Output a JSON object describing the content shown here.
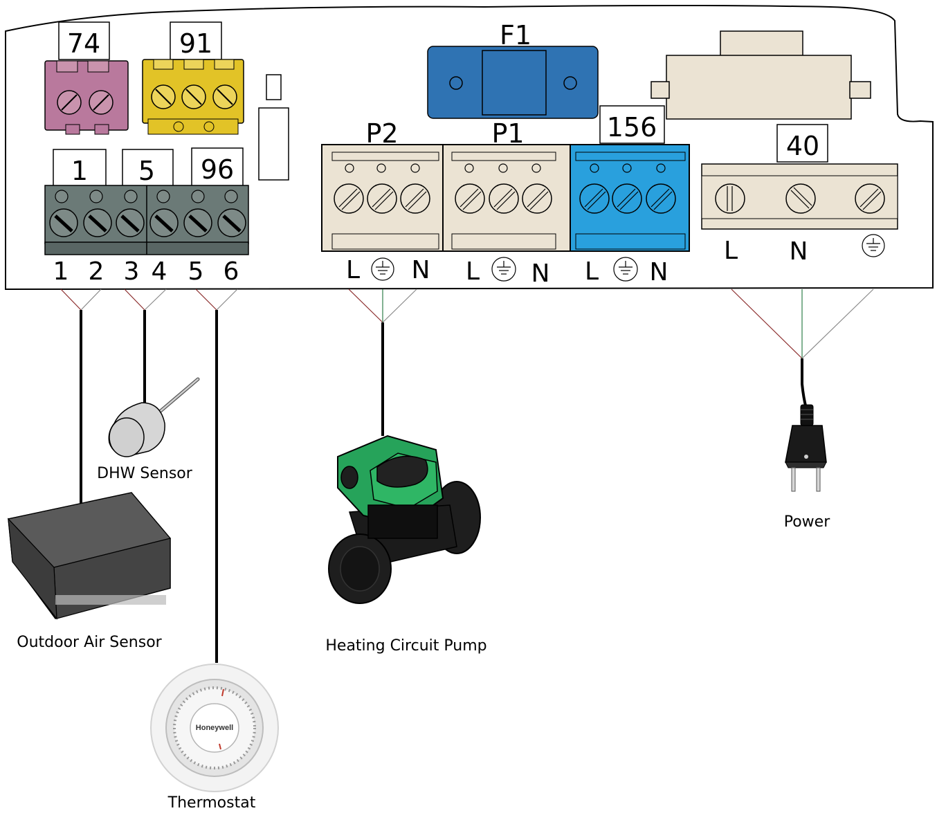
{
  "connectors": {
    "c74": "74",
    "c91": "91",
    "c1": "1",
    "c5": "5",
    "c96": "96",
    "f1": "F1",
    "p2": "P2",
    "p1": "P1",
    "c156": "156",
    "c40": "40"
  },
  "terminals": [
    "1",
    "2",
    "3",
    "4",
    "5",
    "6"
  ],
  "pump_terminals": {
    "p2": [
      "L",
      "N"
    ],
    "p1": [
      "L",
      "N"
    ],
    "c156": [
      "L",
      "N"
    ]
  },
  "power_terminals": [
    "L",
    "N"
  ],
  "devices": {
    "outdoor_air_sensor": "Outdoor Air Sensor",
    "dhw_sensor": "DHW Sensor",
    "thermostat": "Thermostat",
    "heating_circuit_pump": "Heating Circuit Pump",
    "power": "Power"
  },
  "thermostat_brand": "Honeywell",
  "colors": {
    "block_pink": "#b9799d",
    "block_yellow": "#e2c327",
    "block_gray": "#6b7a77",
    "block_beige": "#ebe3d3",
    "block_blue": "#29a0dd",
    "fuse_blue": "#2f73b3",
    "pump_green": "#26a35a",
    "wire_live": "#8b2c2c",
    "wire_ground": "#2f7f4a",
    "wire_neutral": "#8a8a8a"
  }
}
